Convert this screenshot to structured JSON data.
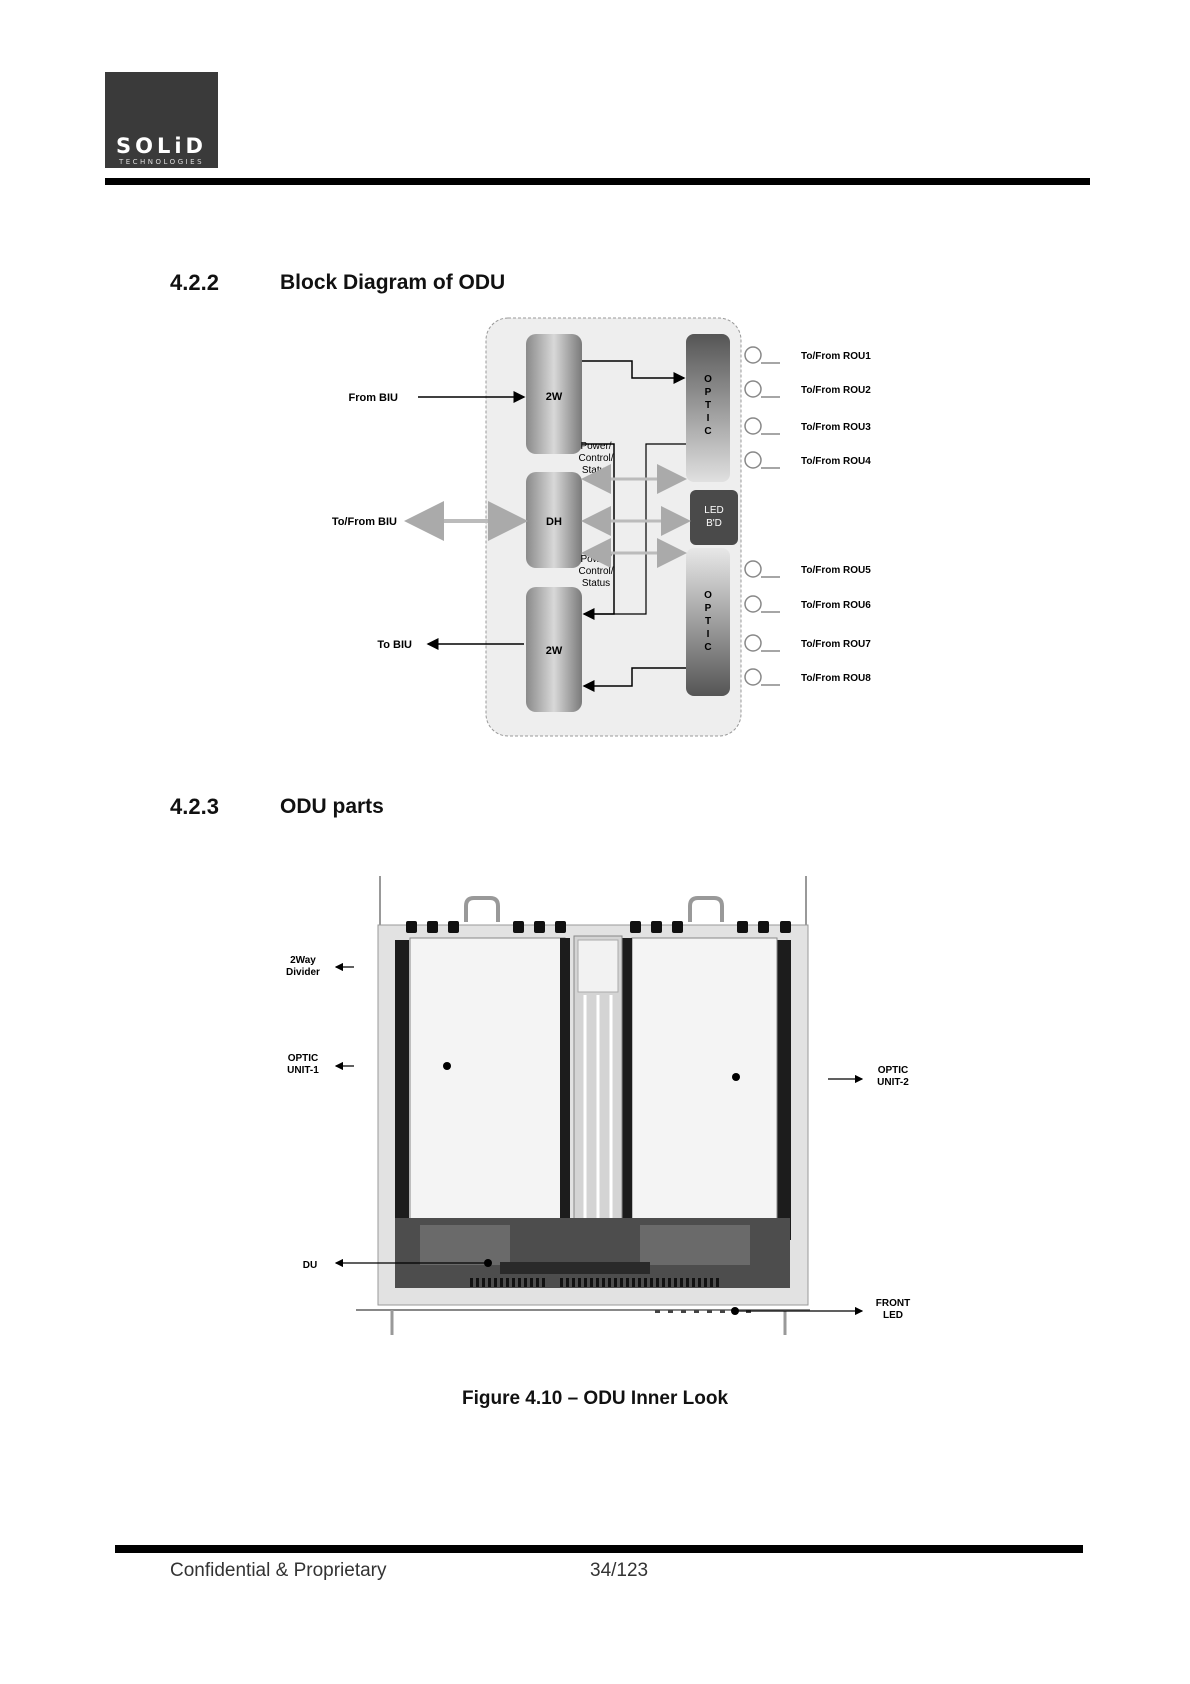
{
  "header": {
    "logo_text": "SOLiD",
    "logo_sub": "TECHNOLOGIES"
  },
  "sections": [
    {
      "number": "4.2.2",
      "title": "Block Diagram of ODU"
    },
    {
      "number": "4.2.3",
      "title": "ODU parts"
    }
  ],
  "block_diagram": {
    "inputs": [
      "From BIU",
      "To/From BIU",
      "To BIU"
    ],
    "blocks": [
      "2W",
      "DH",
      "2W"
    ],
    "optic_label": "OPTIC",
    "led_label": [
      "LED",
      "B'D"
    ],
    "power_label": [
      "Power/",
      "Control/",
      "Status"
    ],
    "outputs_top": [
      "To/From ROU1",
      "To/From ROU2",
      "To/From ROU3",
      "To/From ROU4"
    ],
    "outputs_bottom": [
      "To/From ROU5",
      "To/From ROU6",
      "To/From ROU7",
      "To/From ROU8"
    ]
  },
  "parts_figure": {
    "labels": {
      "divider": [
        "2Way",
        "Divider"
      ],
      "optic1": [
        "OPTIC",
        "UNIT-1"
      ],
      "optic2": [
        "OPTIC",
        "UNIT-2"
      ],
      "du": "DU",
      "front_led": [
        "FRONT",
        "LED"
      ]
    }
  },
  "caption": "Figure 4.10 – ODU Inner Look",
  "footer": {
    "left": "Confidential & Proprietary",
    "page": "34/123"
  }
}
